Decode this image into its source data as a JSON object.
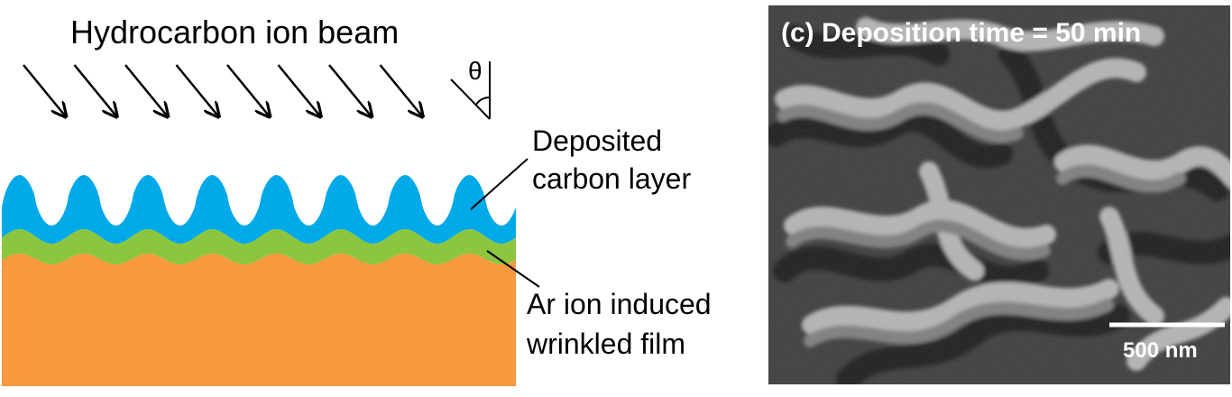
{
  "schematic": {
    "title": "Hydrocarbon ion beam",
    "angle_symbol": "θ",
    "labels": {
      "deposited_line1": "Deposited",
      "deposited_line2": "carbon layer",
      "wrinkled_line1": "Ar ion induced",
      "wrinkled_line2": "wrinkled film"
    },
    "layer_colors": {
      "deposited_carbon_layer": "#00a9e8",
      "wrinkled_film": "#8cc63e",
      "substrate": "#f7993c"
    },
    "arrow_icon": "diagonal-down-right-arrow"
  },
  "sem_image": {
    "caption": "(c) Deposition time = 50 min",
    "scale_bar_label": "500 nm",
    "colors": {
      "background": "#3c3c3c",
      "ridge_highlight": "#b4b4b4",
      "text": "#ffffff"
    }
  }
}
